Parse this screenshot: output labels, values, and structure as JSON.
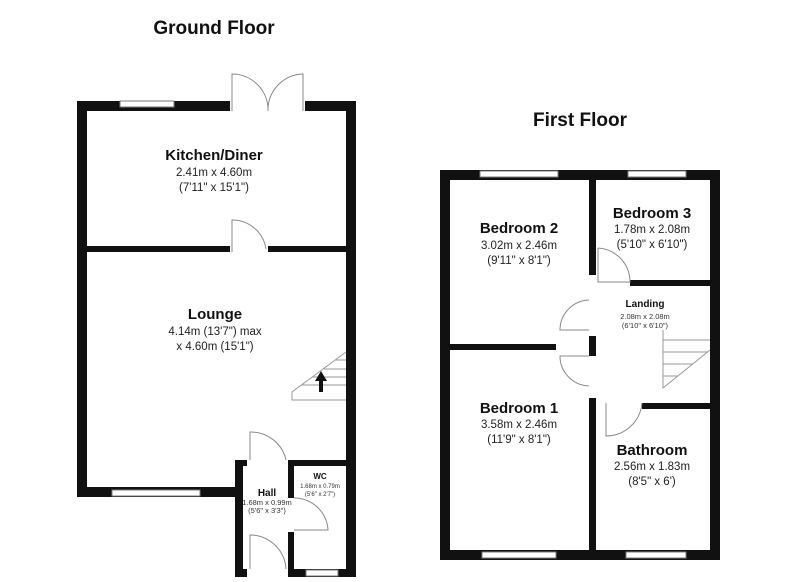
{
  "floors": {
    "ground": {
      "title": "Ground Floor",
      "rooms": {
        "kitchen": {
          "name": "Kitchen/Diner",
          "dim_metric": "2.41m x 4.60m",
          "dim_imperial": "(7'11\" x 15'1\")"
        },
        "lounge": {
          "name": "Lounge",
          "dim_metric": "4.14m (13'7\") max",
          "dim_imperial": "x 4.60m (15'1\")"
        },
        "hall": {
          "name": "Hall",
          "dim_metric": "1.68m x 0.99m",
          "dim_imperial": "(5'6\" x 3'3\")"
        },
        "wc": {
          "name": "WC",
          "dim_metric": "1.68m x 0.79m",
          "dim_imperial": "(5'6\" x 2'7\")"
        }
      }
    },
    "first": {
      "title": "First Floor",
      "rooms": {
        "bedroom2": {
          "name": "Bedroom 2",
          "dim_metric": "3.02m x 2.46m",
          "dim_imperial": "(9'11\" x 8'1\")"
        },
        "bedroom3": {
          "name": "Bedroom 3",
          "dim_metric": "1.78m x 2.08m",
          "dim_imperial": "(5'10\" x 6'10\")"
        },
        "landing": {
          "name": "Landing",
          "dim_metric": "2.08m x 2.08m",
          "dim_imperial": "(6'10\" x 6'10\")"
        },
        "bedroom1": {
          "name": "Bedroom 1",
          "dim_metric": "3.58m x 2.46m",
          "dim_imperial": "(11'9\" x 8'1\")"
        },
        "bathroom": {
          "name": "Bathroom",
          "dim_metric": "2.56m x 1.83m",
          "dim_imperial": "(8'5\" x 6')"
        }
      }
    }
  },
  "colors": {
    "wall": "#111111",
    "fixture": "#8a8a8a",
    "background": "#ffffff"
  }
}
